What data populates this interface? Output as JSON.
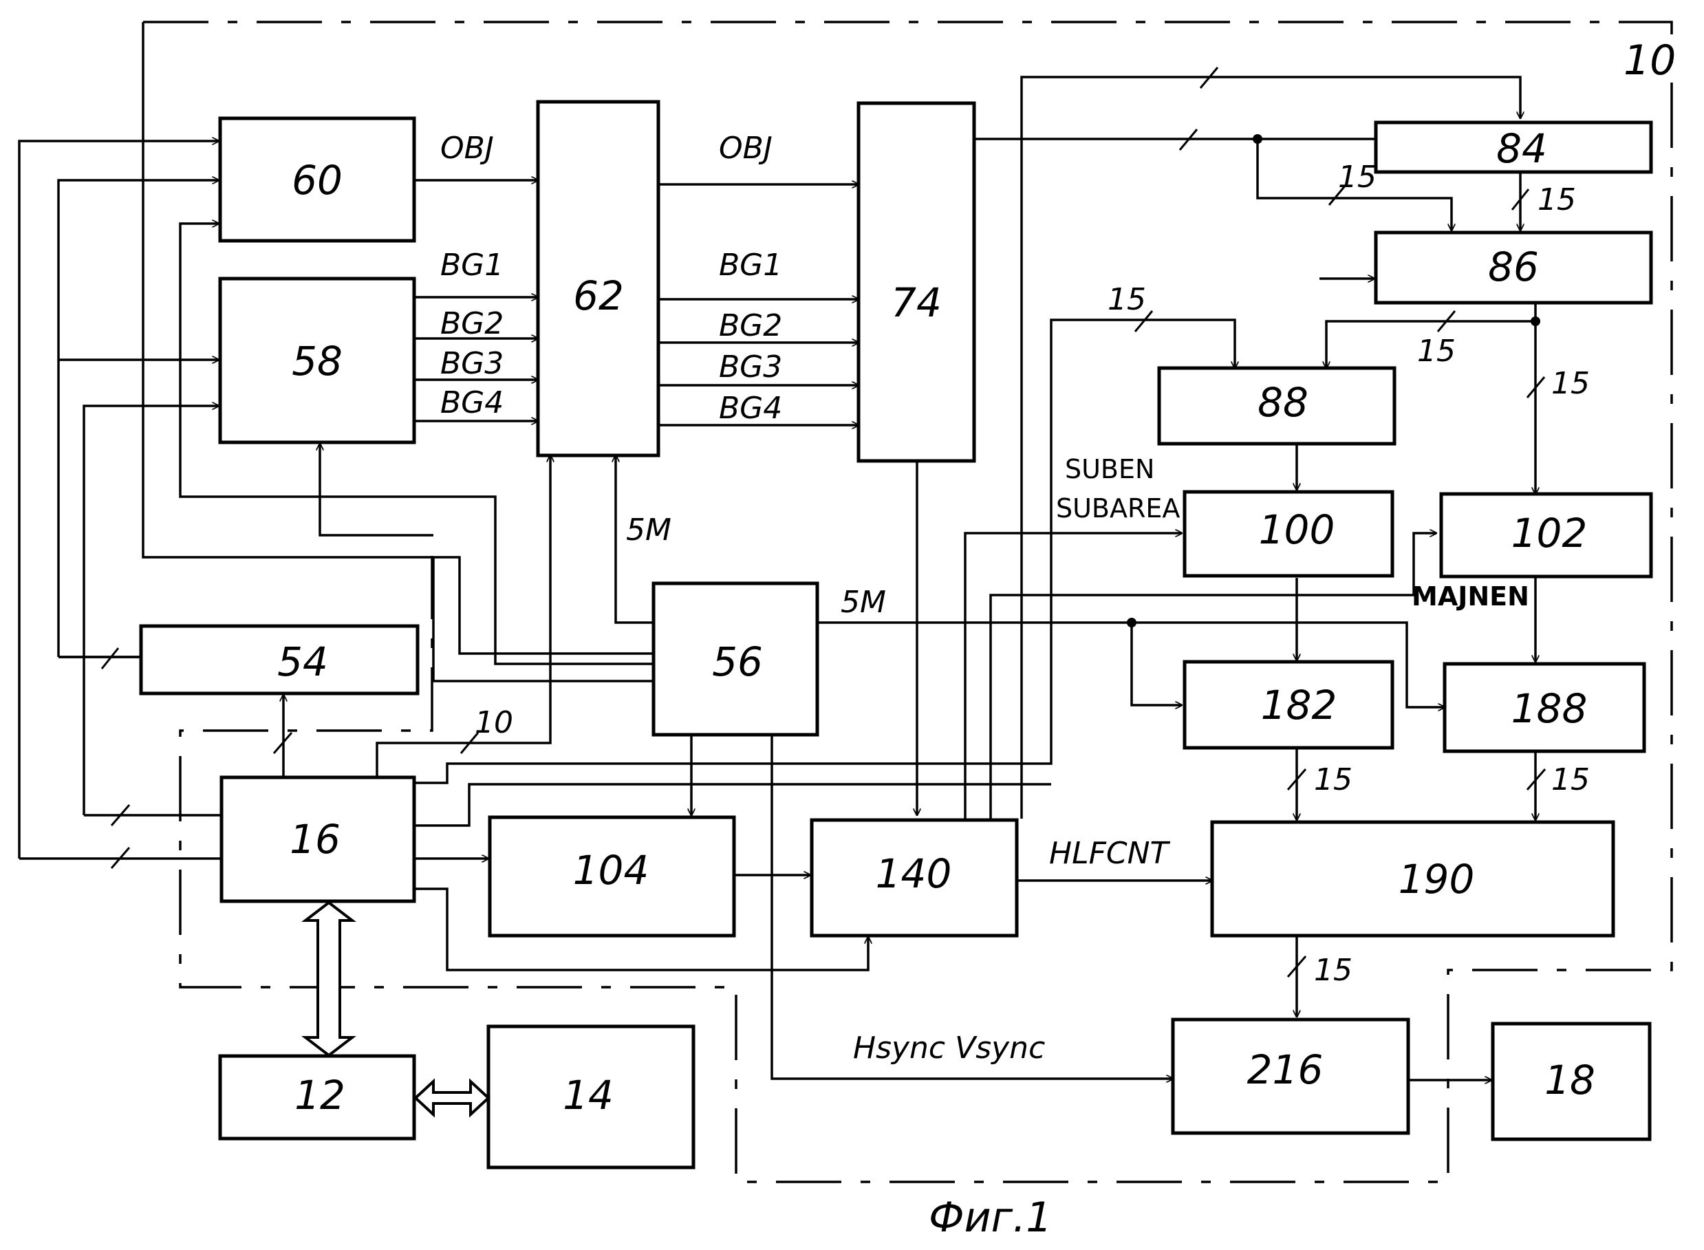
{
  "figure": {
    "caption": "Фиг.1",
    "frame_label": "10"
  },
  "blocks": {
    "b60": "60",
    "b58": "58",
    "b62": "62",
    "b74": "74",
    "b84": "84",
    "b86": "86",
    "b88": "88",
    "b100": "100",
    "b102": "102",
    "b54": "54",
    "b56": "56",
    "b182": "182",
    "b188": "188",
    "b16": "16",
    "b104": "104",
    "b140": "140",
    "b190": "190",
    "b12": "12",
    "b14": "14",
    "b216": "216",
    "b18": "18"
  },
  "signals": {
    "obj_in": "OBJ",
    "bg1_in": "BG1",
    "bg2_in": "BG2",
    "bg3_in": "BG3",
    "bg4_in": "BG4",
    "obj_out": "OBJ",
    "bg1_out": "BG1",
    "bg2_out": "BG2",
    "bg3_out": "BG3",
    "bg4_out": "BG4",
    "clk_62": "5M",
    "clk_56": "5M",
    "suben": "SUBEN",
    "subarea": "SUBAREA",
    "majnen": "MAJNEN",
    "hlfcnt": "HLFCNT",
    "sync": "Hsync Vsync"
  },
  "bus_widths": {
    "w84": "15",
    "w86": "15",
    "w88_top": "15",
    "w86_out": "15",
    "w102_in": "15",
    "w182": "15",
    "w188": "15",
    "w216": "15",
    "w16_62": "10"
  }
}
